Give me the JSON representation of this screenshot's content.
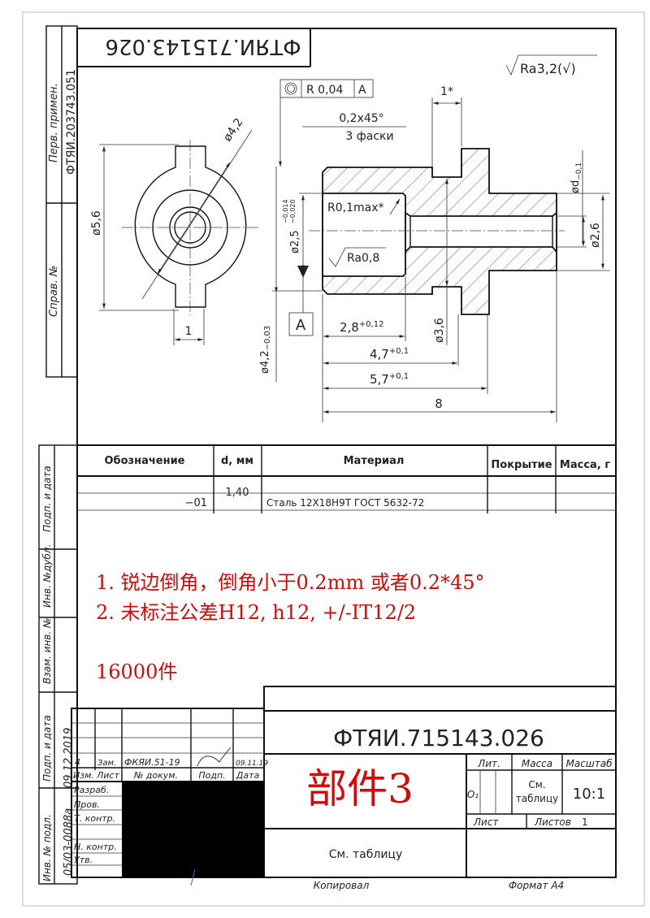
{
  "drawing": {
    "top_reversed_code": "ФТЯИ.715143.026",
    "roughness_general": "Ra3,2(√)",
    "left_strip": {
      "perv_primen_label": "Перв. примен.",
      "perv_primen_value": "ФТЯИ.203743.051",
      "sprav_no_label": "Справ. №",
      "podp_data_label_1": "Подп. и дата",
      "inv_dubl_label": "Инв. №дубл.",
      "vzam_inv_label": "Взам. инв. №",
      "podp_data_label_2": "Подп. и дата",
      "podp_data_value": "09.12.2019",
      "inv_podl_label": "Инв. № подл.",
      "inv_podl_value": "05/03-0088а"
    },
    "end_view": {
      "dim_outer": "ø5,6",
      "dim_diameter": "ø4,2",
      "dim_key_width": "1"
    },
    "section_view": {
      "tolerance_frame": {
        "symbol": "concentricity",
        "value": "R 0,04",
        "datum": "A"
      },
      "chamfer_note_1": "0,2x45°",
      "chamfer_note_2": "3 фаски",
      "dim_groove_width": "1*",
      "radius_note": "R0,1max*",
      "dim_bore": "ø2,5",
      "dim_bore_tol_upper": "−0,014",
      "dim_bore_tol_lower": "−0,020",
      "roughness_bore": "Ra0,8",
      "datum_label": "A",
      "dim_outer_left": "ø4,2",
      "dim_outer_left_tol": "−0,03",
      "dim_len_1": "2,8",
      "dim_len_1_tol": "+0,12",
      "dim_len_2": "4,7",
      "dim_len_2_tol": "+0,1",
      "dim_len_3": "5,7",
      "dim_len_3_tol": "+0,1",
      "dim_len_total": "8",
      "dim_groove_dia": "ø3,6",
      "dim_d": "ød",
      "dim_d_tol": "−0,1",
      "dim_hole": "ø2,6"
    }
  },
  "variant_table": {
    "headers": [
      "Обозначение",
      "d, мм",
      "Материал",
      "Покрытие",
      "Масса, г"
    ],
    "rows": [
      {
        "designation": "−01",
        "d": "1,40",
        "material": "Сталь 12Х18Н9Т ГОСТ 5632-72",
        "coating": "",
        "mass": ""
      }
    ]
  },
  "notes": {
    "line1": "1.  锐边倒角，倒角小于0.2mm 或者0.2*45°",
    "line2": "2.  未标注公差H12, h12, +/-IT12/2",
    "quantity": "16000件",
    "color": "#d10a0a"
  },
  "title_block": {
    "designation": "ФТЯИ.715143.026",
    "part_name": "部件3",
    "material": "См. таблицу",
    "change_row": {
      "izm": "4",
      "list": "Зам.",
      "doc_no": "ФКЯИ.51-19",
      "podp": "signature",
      "date": "09.11.19"
    },
    "col_labels": {
      "izm": "Изм.",
      "list": "Лист",
      "doc_no": "№ докум.",
      "podp": "Подп.",
      "date": "Дата"
    },
    "roles": [
      "Разраб.",
      "Пров.",
      "Т. контр.",
      "",
      "Н. контр.",
      "Утв."
    ],
    "lit_label": "Лит.",
    "lit_value": "О₁",
    "mass_label": "Масса",
    "mass_value_1": "См.",
    "mass_value_2": "таблицу",
    "scale_label": "Масштаб",
    "scale_value": "10:1",
    "sheet_label": "Лист",
    "sheets_label": "Листов",
    "sheets_value": "1",
    "copied_label": "Копировал",
    "format_label": "Формат А4"
  }
}
